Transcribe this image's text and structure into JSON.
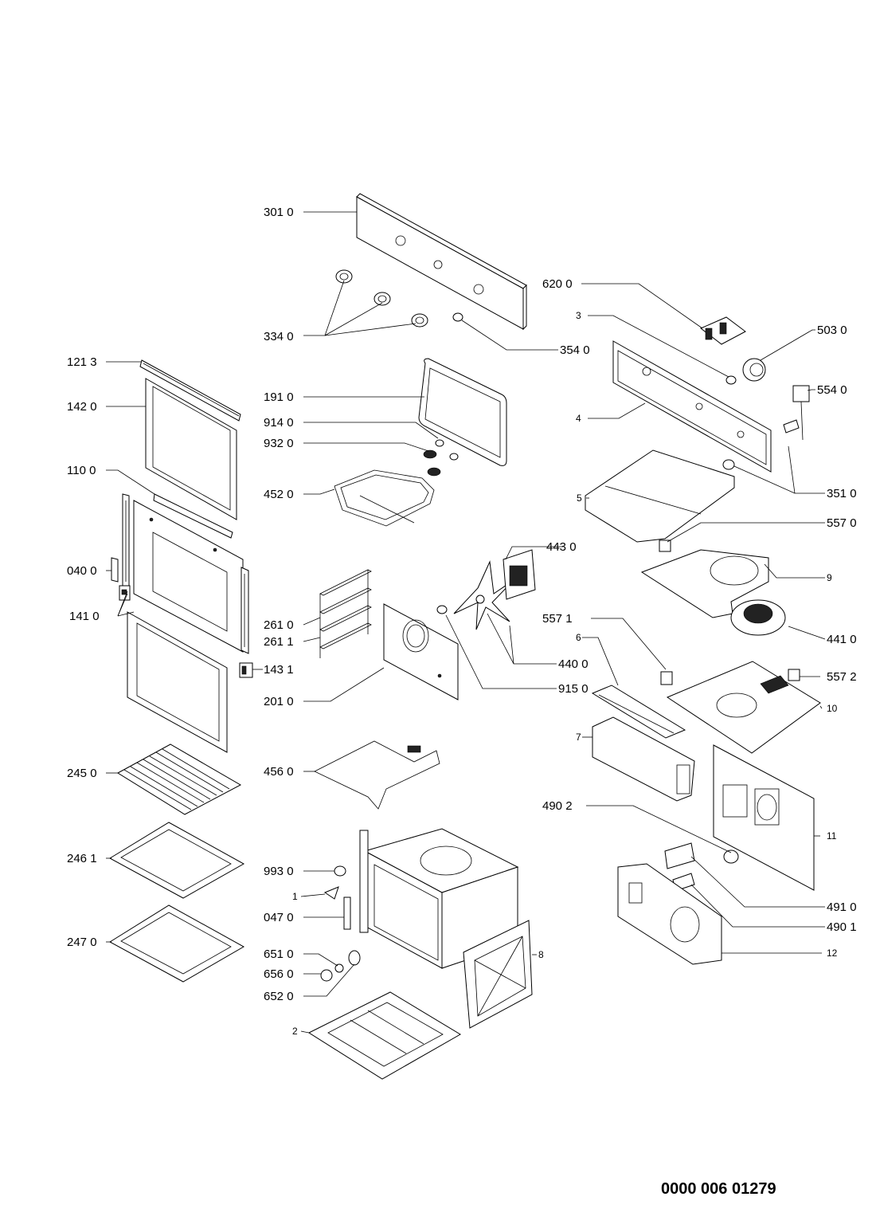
{
  "document_number": "0000 006 01279",
  "callouts": [
    {
      "id": "c3010",
      "text": "301 0"
    },
    {
      "id": "c6200",
      "text": "620 0"
    },
    {
      "id": "c3",
      "text": "3"
    },
    {
      "id": "c5030",
      "text": "503 0"
    },
    {
      "id": "c3340",
      "text": "334 0"
    },
    {
      "id": "c3540",
      "text": "354 0"
    },
    {
      "id": "c1213",
      "text": "121 3"
    },
    {
      "id": "c5540",
      "text": "554 0"
    },
    {
      "id": "c1420",
      "text": "142 0"
    },
    {
      "id": "c1910",
      "text": "191 0"
    },
    {
      "id": "c4",
      "text": "4"
    },
    {
      "id": "c9140",
      "text": "914 0"
    },
    {
      "id": "c9320",
      "text": "932 0"
    },
    {
      "id": "c1100",
      "text": "110 0"
    },
    {
      "id": "c4520",
      "text": "452 0"
    },
    {
      "id": "c5",
      "text": "5"
    },
    {
      "id": "c3510",
      "text": "351 0"
    },
    {
      "id": "c5570",
      "text": "557 0"
    },
    {
      "id": "c4430",
      "text": "443 0"
    },
    {
      "id": "c0400",
      "text": "040 0"
    },
    {
      "id": "c9",
      "text": "9"
    },
    {
      "id": "c1410",
      "text": "141 0"
    },
    {
      "id": "c2610",
      "text": "261 0"
    },
    {
      "id": "c2611",
      "text": "261 1"
    },
    {
      "id": "c5571",
      "text": "557 1"
    },
    {
      "id": "c4410",
      "text": "441 0"
    },
    {
      "id": "c6",
      "text": "6"
    },
    {
      "id": "c4400",
      "text": "440 0"
    },
    {
      "id": "c1431",
      "text": "143 1"
    },
    {
      "id": "c5572",
      "text": "557 2"
    },
    {
      "id": "c9150",
      "text": "915 0"
    },
    {
      "id": "c2010",
      "text": "201 0"
    },
    {
      "id": "c10",
      "text": "10"
    },
    {
      "id": "c7",
      "text": "7"
    },
    {
      "id": "c2450",
      "text": "245 0"
    },
    {
      "id": "c4560",
      "text": "456 0"
    },
    {
      "id": "c4902",
      "text": "490 2"
    },
    {
      "id": "c11",
      "text": "11"
    },
    {
      "id": "c2461",
      "text": "246 1"
    },
    {
      "id": "c9930",
      "text": "993 0"
    },
    {
      "id": "c1",
      "text": "1"
    },
    {
      "id": "c4910",
      "text": "491 0"
    },
    {
      "id": "c0470",
      "text": "047 0"
    },
    {
      "id": "c4901",
      "text": "490 1"
    },
    {
      "id": "c2470",
      "text": "247 0"
    },
    {
      "id": "c8",
      "text": "8"
    },
    {
      "id": "c6510",
      "text": "651 0"
    },
    {
      "id": "c12",
      "text": "12"
    },
    {
      "id": "c6560",
      "text": "656 0"
    },
    {
      "id": "c6520",
      "text": "652 0"
    },
    {
      "id": "c2",
      "text": "2"
    }
  ]
}
